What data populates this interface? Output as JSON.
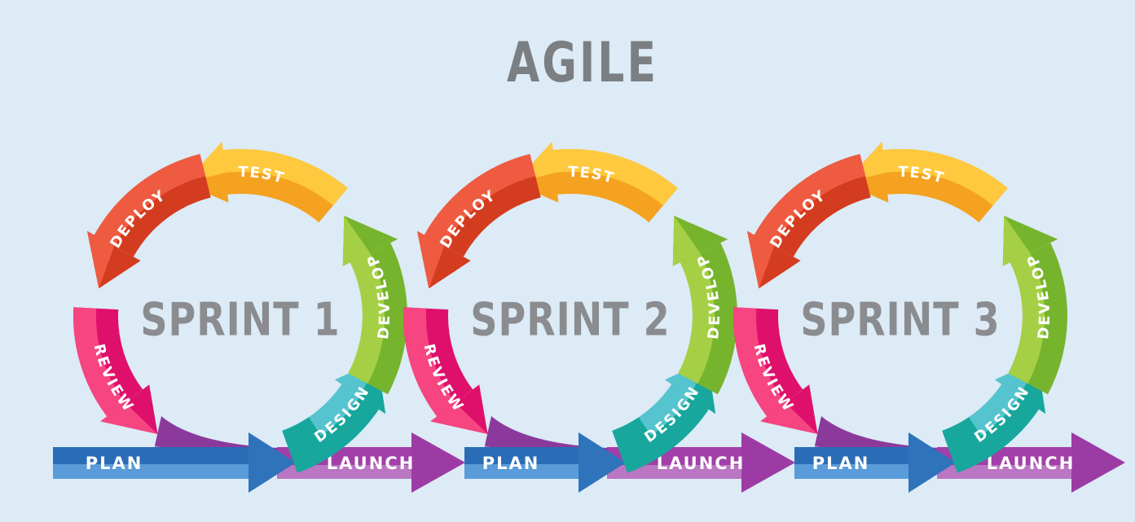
{
  "title": "AGILE",
  "background_color": "#dcebf6",
  "title_color": "#7c7f82",
  "sprint_label_color": "#8a8c8f",
  "sprints": [
    {
      "label": "SPRINT 1"
    },
    {
      "label": "SPRINT 2"
    },
    {
      "label": "SPRINT 3"
    }
  ],
  "cycle_steps": [
    {
      "id": "design",
      "label": "DESIGN",
      "color_light": "#55c4cf",
      "color_dark": "#17a79c"
    },
    {
      "id": "develop",
      "label": "DEVELOP",
      "color_light": "#a5d045",
      "color_dark": "#77b42d"
    },
    {
      "id": "test",
      "label": "TEST",
      "color_light": "#fec93e",
      "color_dark": "#f4a21f"
    },
    {
      "id": "deploy",
      "label": "DEPLOY",
      "color_light": "#ee5b40",
      "color_dark": "#d43c1f"
    },
    {
      "id": "review",
      "label": "REVIEW",
      "color_light": "#f64581",
      "color_dark": "#df106c"
    }
  ],
  "flow": {
    "plan": {
      "label": "PLAN",
      "color_dark": "#2a6db6",
      "color_light": "#5a9cd9",
      "head_color": "#2f73bb"
    },
    "launch": {
      "label": "LAUNCH",
      "color_dark": "#a23fa9",
      "color_light": "#ba76c2",
      "head_color": "#9d3ba4",
      "tail_dark": "#8b3a9c",
      "tail_light": "#ad68ba"
    }
  }
}
